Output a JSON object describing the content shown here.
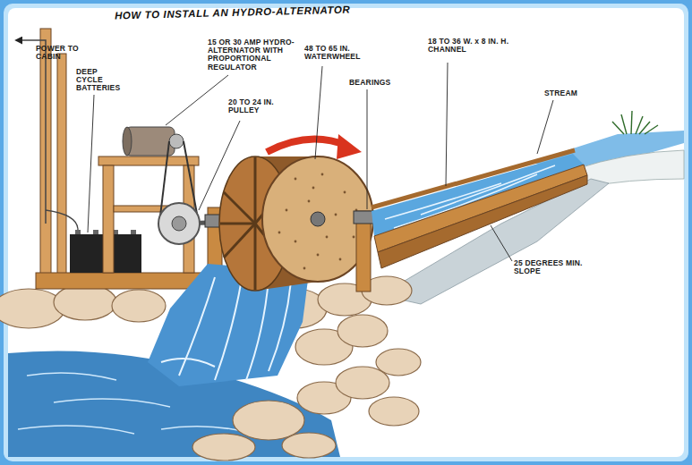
{
  "diagram": {
    "title": "HOW TO INSTALL AN HYDRO-ALTERNATOR",
    "labels": [
      "POWER TO CABIN",
      "DEEP CYCLE BATTERIES",
      "15 OR 30 AMP HYDRO-ALTERNATOR WITH PROPORTIONAL REGULATOR",
      "20 TO 24 IN. PULLEY",
      "48 TO 65 IN. WATERWHEEL",
      "BEARINGS",
      "18 TO 36 W. x 8 IN. H. CHANNEL",
      "STREAM",
      "25 DEGREES MIN. SLOPE"
    ]
  }
}
